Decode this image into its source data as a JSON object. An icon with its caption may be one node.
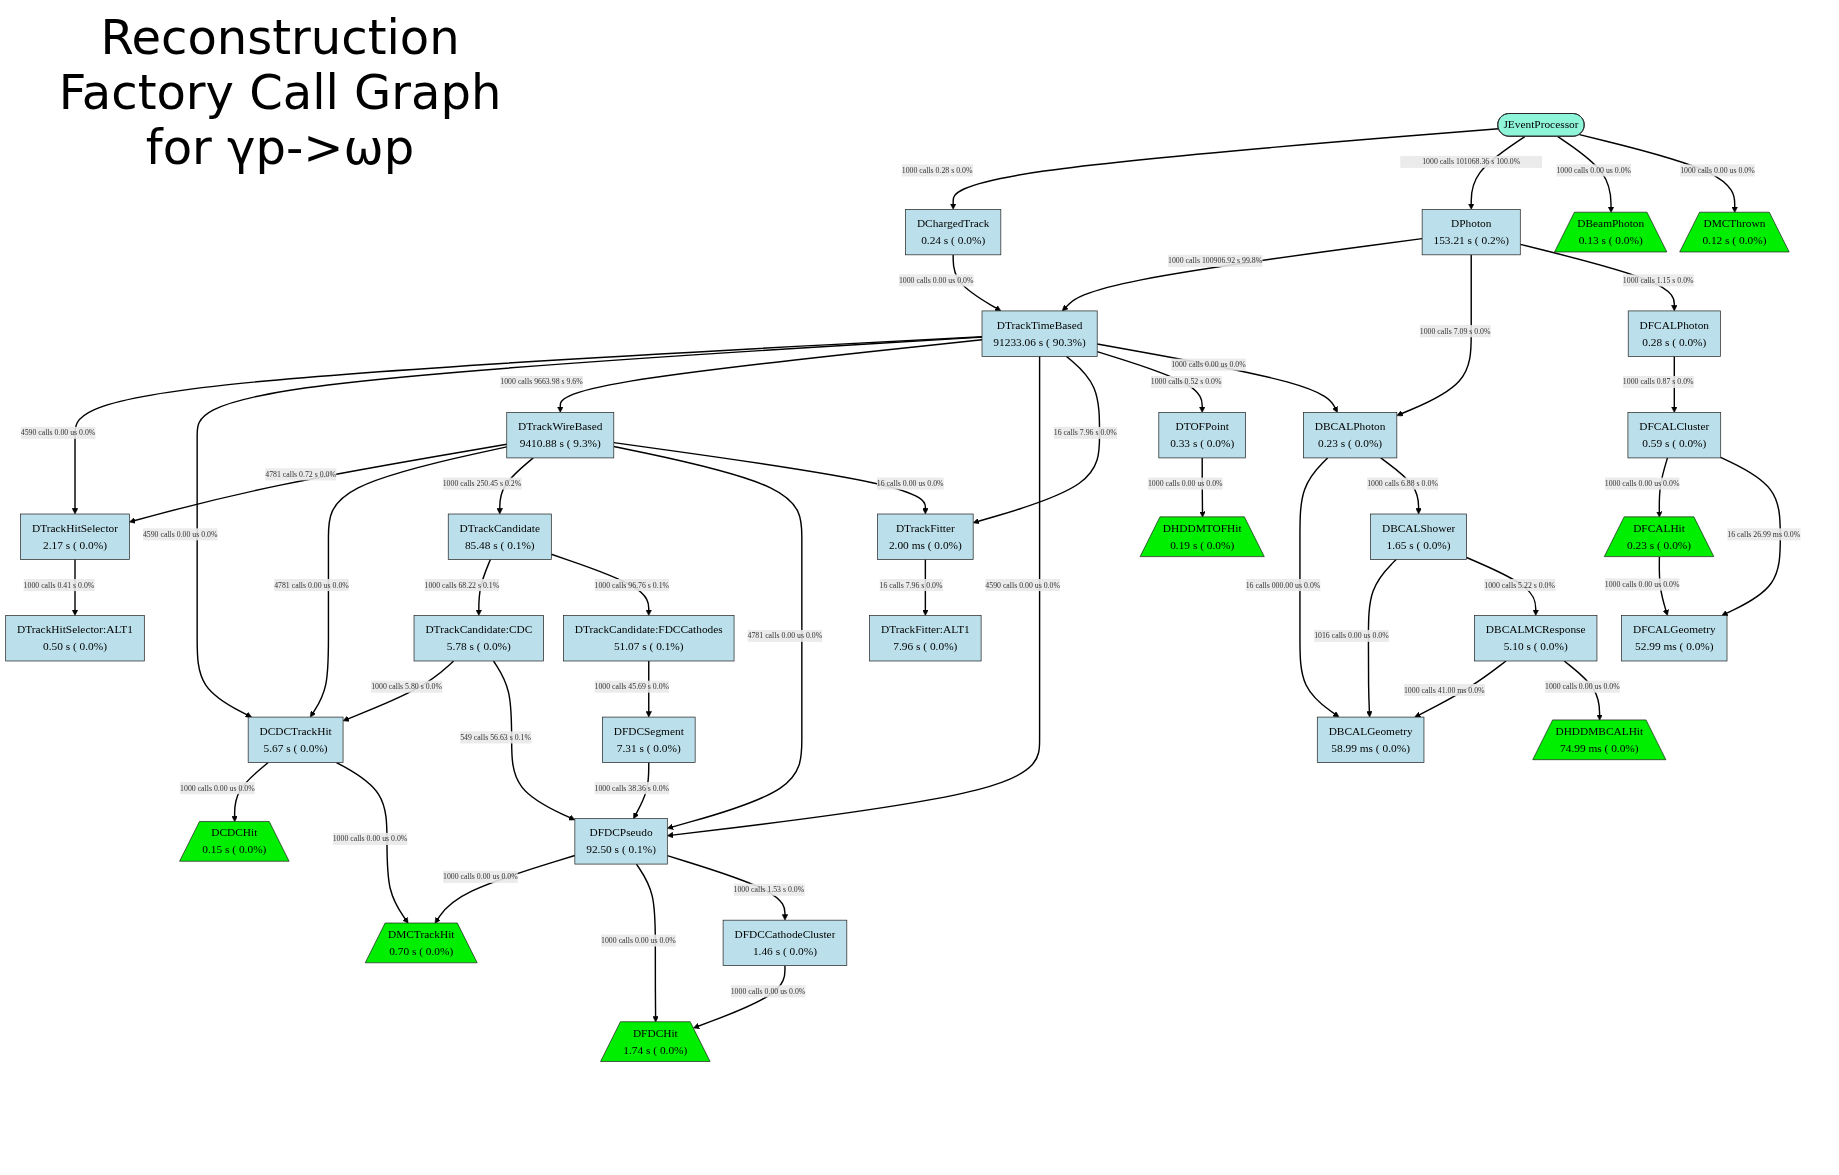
{
  "diagram": {
    "title": "Reconstruction Factory Call Graph for γp->ωp",
    "nodes": [
      {
        "text": [
          "JEventProcessor"
        ]
      },
      {
        "text": [
          "DChargedTrack",
          "0.24 s ( 0.0%)"
        ]
      },
      {
        "text": [
          "DPhoton",
          "153.21 s ( 0.2%)"
        ]
      },
      {
        "text": [
          "DTrackTimeBased",
          "91233.06 s ( 90.3%)"
        ]
      },
      {
        "text": [
          "DFCALPhoton",
          "0.28 s ( 0.0%)"
        ]
      },
      {
        "text": [
          "DTrackWireBased",
          "9410.88 s ( 9.3%)"
        ]
      },
      {
        "text": [
          "DBCALPhoton",
          "0.23 s ( 0.0%)"
        ]
      },
      {
        "text": [
          "DTOFPoint",
          "0.33 s ( 0.0%)"
        ]
      },
      {
        "text": [
          "DTrackHitSelector",
          "2.17 s ( 0.0%)"
        ]
      },
      {
        "text": [
          "DTrackCandidate",
          "85.48 s ( 0.1%)"
        ]
      },
      {
        "text": [
          "DTrackFitter",
          "2.00 ms ( 0.0%)"
        ]
      },
      {
        "text": [
          "DBCALShower",
          "1.65 s ( 0.0%)"
        ]
      },
      {
        "text": [
          "DTrackCandidate:CDC",
          "5.78 s ( 0.0%)"
        ]
      },
      {
        "text": [
          "DTrackCandidate:FDCCathodes",
          "51.07 s ( 0.1%)"
        ]
      },
      {
        "text": [
          "DBCALMCResponse",
          "5.10 s ( 0.0%)"
        ]
      },
      {
        "text": [
          "DTrackFitter:ALT1",
          "7.96 s ( 0.0%)"
        ]
      },
      {
        "text": [
          "DCDCTrackHit",
          "5.67 s ( 0.0%)"
        ]
      },
      {
        "text": [
          "DFDCSegment",
          "7.31 s ( 0.0%)"
        ]
      },
      {
        "text": [
          "DBCALGeometry",
          "58.99 ms ( 0.0%)"
        ]
      },
      {
        "text": [
          "DTrackHitSelector:ALT1",
          "0.50 s ( 0.0%)"
        ]
      },
      {
        "text": [
          "DFDCPseudo",
          "92.50 s ( 0.1%)"
        ]
      },
      {
        "text": [
          "DFCALCluster",
          "0.59 s ( 0.0%)"
        ]
      },
      {
        "text": [
          "DFDCCathodeCluster",
          "1.46 s ( 0.0%)"
        ]
      },
      {
        "text": [
          "DFCALGeometry",
          "52.99 ms ( 0.0%)"
        ]
      },
      {
        "text": [
          "DCDCHit",
          "0.15 s ( 0.0%)"
        ]
      },
      {
        "text": [
          "DMCTrackHit",
          "0.70 s ( 0.0%)"
        ]
      },
      {
        "text": [
          "DFDCHit",
          "1.74 s ( 0.0%)"
        ]
      },
      {
        "text": [
          "DHDDMTOFHit",
          "0.19 s ( 0.0%)"
        ]
      },
      {
        "text": [
          "DHDDMBCALHit",
          "74.99 ms ( 0.0%)"
        ]
      },
      {
        "text": [
          "DFCALHit",
          "0.23 s ( 0.0%)"
        ]
      },
      {
        "text": [
          "DBeamPhoton",
          "0.13 s ( 0.0%)"
        ]
      },
      {
        "text": [
          "DMCThrown",
          "0.12 s ( 0.0%)"
        ]
      }
    ],
    "edges": [
      {
        "from": 0,
        "to": 1,
        "arrow": "to",
        "label": "1000 calls 0.28 s 0.0%"
      },
      {
        "from": 0,
        "to": 2,
        "arrow": "to",
        "label": "1000 calls 101068.36 s 100.0%"
      },
      {
        "from": 0,
        "to": 30,
        "arrow": "to",
        "label": "1000 calls 0.00 us 0.0%"
      },
      {
        "from": 0,
        "to": 31,
        "arrow": "to",
        "label": "1000 calls 0.00 us 0.0%"
      },
      {
        "from": 1,
        "to": 3,
        "arrow": "to",
        "label": "1000 calls 0.00 us 0.0%"
      },
      {
        "from": 2,
        "to": 3,
        "arrow": "to",
        "label": "1000 calls 100906.92 s 99.8%"
      },
      {
        "from": 2,
        "to": 6,
        "arrow": "to",
        "label": "1000 calls 7.09 s 0.0%"
      },
      {
        "from": 2,
        "to": 4,
        "arrow": "to",
        "label": "1000 calls 1.15 s 0.0%"
      },
      {
        "from": 3,
        "to": 8,
        "arrow": "to",
        "label": "4590 calls 0.00 us 0.0%"
      },
      {
        "from": 3,
        "to": 16,
        "arrow": "to",
        "label": "4590 calls 0.00 us 0.0%"
      },
      {
        "from": 3,
        "to": 5,
        "arrow": "to",
        "label": "1000 calls 9663.98 s 9.6%"
      },
      {
        "from": 3,
        "to": 20,
        "arrow": "to",
        "label": "4590 calls 0.00 us 0.0%"
      },
      {
        "from": 3,
        "to": 10,
        "arrow": "to",
        "label": "16 calls 7.96 s 0.0%"
      },
      {
        "from": 3,
        "to": 7,
        "arrow": "to",
        "label": "1000 calls 0.52 s 0.0%"
      },
      {
        "from": 3,
        "to": 6,
        "arrow": "to",
        "label": "1000 calls 0.00 us 0.0%"
      },
      {
        "from": 5,
        "to": 8,
        "arrow": "to",
        "label": "4781 calls 0.72 s 0.0%"
      },
      {
        "from": 5,
        "to": 16,
        "arrow": "to",
        "label": "4781 calls 0.00 us 0.0%"
      },
      {
        "from": 5,
        "to": 9,
        "arrow": "to",
        "label": "1000 calls 250.45 s 0.2%"
      },
      {
        "from": 5,
        "to": 20,
        "arrow": "to",
        "label": "4781 calls 0.00 us 0.0%"
      },
      {
        "from": 5,
        "to": 10,
        "arrow": "to",
        "label": "16 calls 0.00 us 0.0%"
      },
      {
        "from": 4,
        "to": 21,
        "arrow": "to",
        "label": "1000 calls 0.87 s 0.0%"
      },
      {
        "from": 6,
        "to": 18,
        "arrow": "to",
        "label": "16 calls 000.00 us 0.0%"
      },
      {
        "from": 6,
        "to": 11,
        "arrow": "to",
        "label": "1000 calls 6.88 s 0.0%"
      },
      {
        "from": 7,
        "to": 27,
        "arrow": "to",
        "label": "1000 calls 0.00 us 0.0%"
      },
      {
        "from": 8,
        "to": 19,
        "arrow": "to",
        "label": "1000 calls 0.41 s 0.0%"
      },
      {
        "from": 9,
        "to": 12,
        "arrow": "to",
        "label": "1000 calls 68.22 s 0.1%"
      },
      {
        "from": 9,
        "to": 13,
        "arrow": "to",
        "label": "1000 calls 96.76 s 0.1%"
      },
      {
        "from": 10,
        "to": 15,
        "arrow": "to",
        "label": "16 calls 7.96 s 0.0%"
      },
      {
        "from": 11,
        "to": 18,
        "arrow": "to",
        "label": "1016 calls 0.00 us 0.0%"
      },
      {
        "from": 11,
        "to": 14,
        "arrow": "to",
        "label": "1000 calls 5.22 s 0.0%"
      },
      {
        "from": 12,
        "to": 16,
        "arrow": "to",
        "label": "1000 calls 5.80 s 0.0%"
      },
      {
        "from": 12,
        "to": 20,
        "arrow": "to",
        "label": "549 calls 56.63 s 0.1%"
      },
      {
        "from": 13,
        "to": 17,
        "arrow": "to",
        "label": "1000 calls 45.69 s 0.0%"
      },
      {
        "from": 14,
        "to": 18,
        "arrow": "to",
        "label": "1000 calls 41.00 ms 0.0%"
      },
      {
        "from": 14,
        "to": 28,
        "arrow": "to",
        "label": "1000 calls 0.00 us 0.0%"
      },
      {
        "from": 16,
        "to": 24,
        "arrow": "to",
        "label": "1000 calls 0.00 us 0.0%"
      },
      {
        "from": 16,
        "to": 25,
        "arrow": "to",
        "label": "1000 calls 0.00 us 0.0%"
      },
      {
        "from": 17,
        "to": 20,
        "arrow": "to",
        "label": "1000 calls 38.36 s 0.0%"
      },
      {
        "from": 20,
        "to": 25,
        "arrow": "to",
        "label": "1000 calls 0.00 us 0.0%"
      },
      {
        "from": 20,
        "to": 26,
        "arrow": "to",
        "label": "1000 calls 0.00 us 0.0%"
      },
      {
        "from": 20,
        "to": 22,
        "arrow": "to",
        "label": "1000 calls 1.53 s 0.0%"
      },
      {
        "from": 21,
        "to": 29,
        "arrow": "to",
        "label": "1000 calls 0.00 us 0.0%"
      },
      {
        "from": 21,
        "to": 23,
        "arrow": "to",
        "label": "16 calls 26.99 ms 0.0%"
      },
      {
        "from": 22,
        "to": 26,
        "arrow": "to",
        "label": "1000 calls 0.00 us 0.0%"
      },
      {
        "from": 29,
        "to": 23,
        "arrow": "to",
        "label": "1000 calls 0.00 us 0.0%"
      }
    ]
  }
}
